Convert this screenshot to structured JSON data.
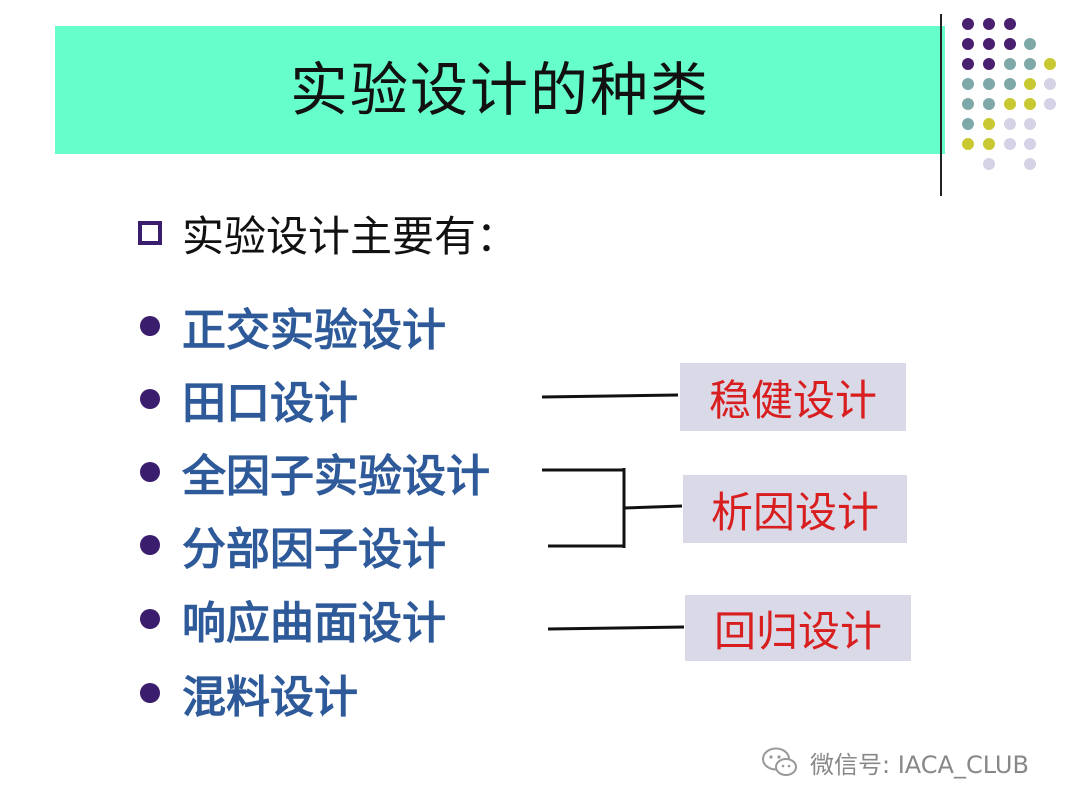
{
  "slide": {
    "title": "实验设计的种类",
    "intro": "实验设计主要有：",
    "items": [
      "正交实验设计",
      "田口设计",
      "全因子实验设计",
      "分部因子设计",
      "响应曲面设计",
      "混料设计"
    ],
    "groups": [
      "稳健设计",
      "析因设计",
      "回归设计"
    ]
  },
  "watermark": {
    "text": "微信号: IACA_CLUB"
  },
  "colors": {
    "title_bg": "#66ffcc",
    "item_text": "#2e5a9a",
    "group_text": "#d81e1e",
    "group_bg": "#d9d9e8",
    "bullet": "#3b1d6e"
  }
}
